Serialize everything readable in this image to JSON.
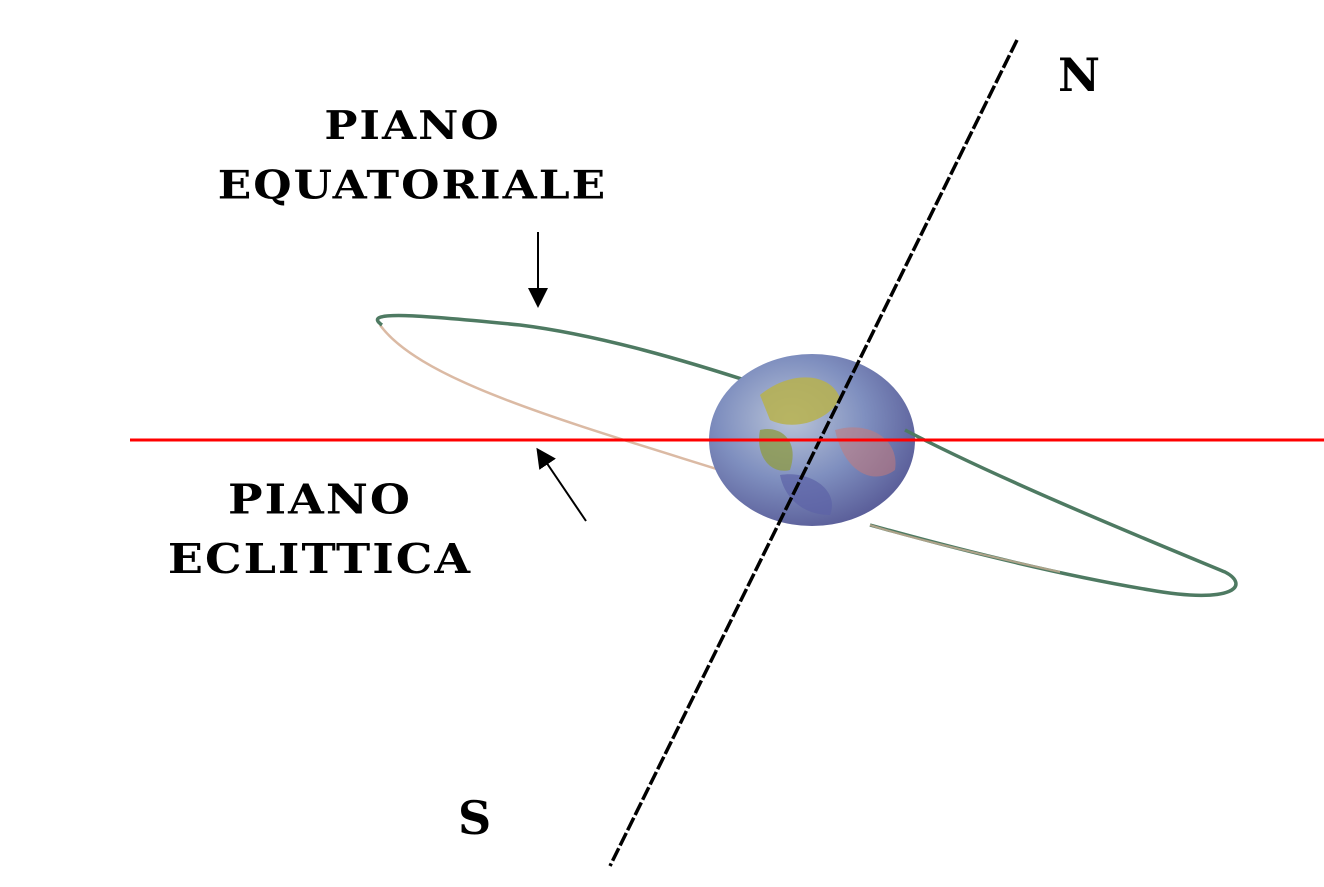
{
  "labels": {
    "equatorial_line1": "PIANO",
    "equatorial_line2": "EQUATORIALE",
    "ecliptic_line1": "PIANO",
    "ecliptic_line2": "ECLITTICA",
    "north": "N",
    "south": "S"
  },
  "colors": {
    "background": "#ffffff",
    "ecliptic_line": "#ff0000",
    "earth_axis": "#000000",
    "equatorial_ring": "#4e7a62",
    "ecliptic_ring_back": "#c9a07a",
    "earth_land": "#8fa05a",
    "earth_ocean": "#6a82b8"
  }
}
